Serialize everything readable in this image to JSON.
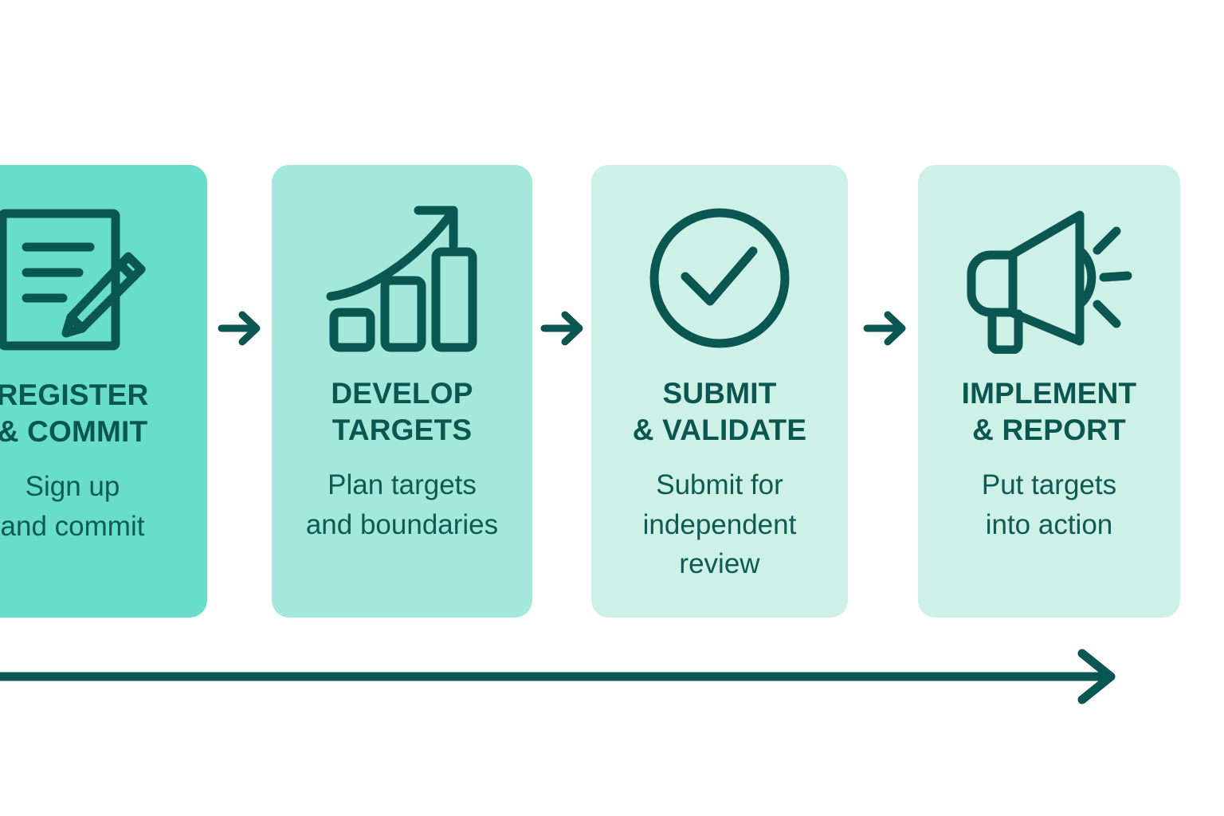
{
  "diagram": {
    "type": "process-flow",
    "orientation": "horizontal",
    "background_color": "#ffffff",
    "accent_dark": "#0a5751",
    "steps": [
      {
        "id": "register-commit",
        "index": 1,
        "icon": "document-pencil-icon",
        "title": "REGISTER\n& COMMIT",
        "description": "Sign up\nand commit",
        "card_color": "#68ddcb"
      },
      {
        "id": "develop-targets",
        "index": 2,
        "icon": "bar-chart-growth-icon",
        "title": "DEVELOP\nTARGETS",
        "description": "Plan targets\nand boundaries",
        "card_color": "#a3e8da"
      },
      {
        "id": "submit-validate",
        "index": 3,
        "icon": "check-circle-icon",
        "title": "SUBMIT\n& VALIDATE",
        "description": "Submit for\nindependent\nreview",
        "card_color": "#cdf0e7"
      },
      {
        "id": "implement-report",
        "index": 4,
        "icon": "megaphone-icon",
        "title": "IMPLEMENT\n& REPORT",
        "description": "Put targets\ninto action",
        "card_color": "#cdf0e7"
      }
    ],
    "connectors": [
      {
        "id": "connector-1",
        "icon": "arrow-right-icon"
      },
      {
        "id": "connector-2",
        "icon": "arrow-right-icon"
      },
      {
        "id": "connector-3",
        "icon": "arrow-right-icon"
      }
    ],
    "timeline": {
      "id": "progress-timeline",
      "icon": "long-arrow-right-icon",
      "color": "#0a5751"
    }
  }
}
